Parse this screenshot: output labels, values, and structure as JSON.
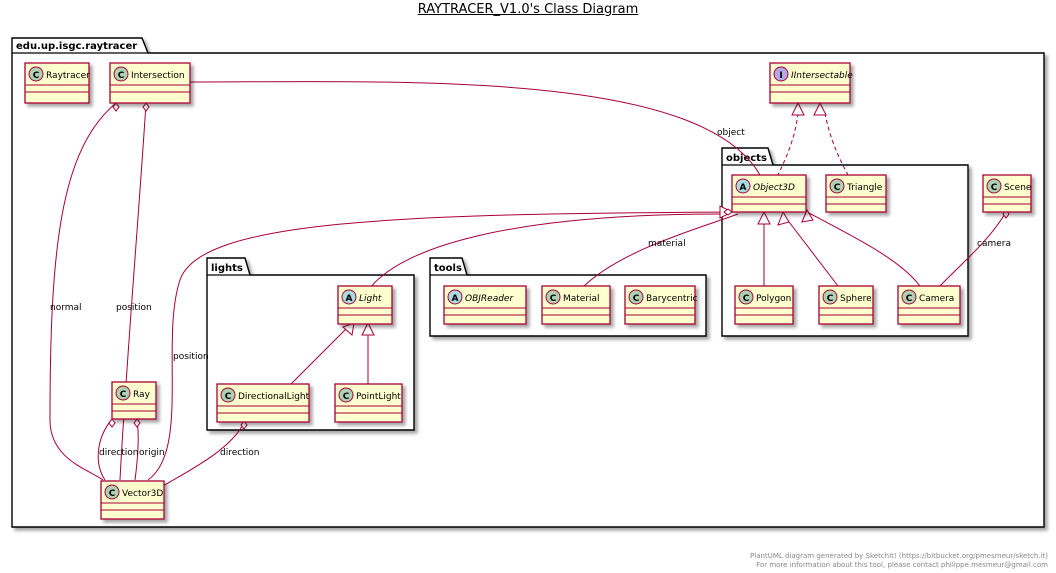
{
  "title": "RAYTRACER_V1.0's Class Diagram",
  "packages": {
    "root": "edu.up.isgc.raytracer",
    "objects": "objects",
    "lights": "lights",
    "tools": "tools"
  },
  "classes": {
    "raytracer": {
      "kind": "C",
      "name": "Raytracer"
    },
    "intersection": {
      "kind": "C",
      "name": "Intersection"
    },
    "iintersectable": {
      "kind": "I",
      "name": "IIntersectable"
    },
    "object3d": {
      "kind": "A",
      "name": "Object3D"
    },
    "triangle": {
      "kind": "C",
      "name": "Triangle"
    },
    "scene": {
      "kind": "C",
      "name": "Scene"
    },
    "polygon": {
      "kind": "C",
      "name": "Polygon"
    },
    "sphere": {
      "kind": "C",
      "name": "Sphere"
    },
    "camera": {
      "kind": "C",
      "name": "Camera"
    },
    "light": {
      "kind": "A",
      "name": "Light"
    },
    "directionallight": {
      "kind": "C",
      "name": "DirectionalLight"
    },
    "pointlight": {
      "kind": "C",
      "name": "PointLight"
    },
    "objreader": {
      "kind": "A",
      "name": "OBJReader"
    },
    "material": {
      "kind": "C",
      "name": "Material"
    },
    "barycentric": {
      "kind": "C",
      "name": "Barycentric"
    },
    "ray": {
      "kind": "C",
      "name": "Ray"
    },
    "vector3d": {
      "kind": "C",
      "name": "Vector3D"
    }
  },
  "relation_labels": {
    "object": "object",
    "material": "material",
    "camera": "camera",
    "normal": "normal",
    "position_intersection": "position",
    "position_object": "position",
    "direction_light": "direction",
    "direction_ray": "direction",
    "origin": "origin"
  },
  "footer": {
    "line1": "PlantUML diagram generated by SketchIt! (https://bitbucket.org/pmesmeur/sketch.it)",
    "line2": "For more information about this tool, please contact philippe.mesmeur@gmail.com"
  },
  "colors": {
    "class_fill": "#FEFECE",
    "class_border": "#A80036",
    "relation_line": "#A80036",
    "circle_class": "#ADD1B2",
    "circle_abstract": "#A9DCDF",
    "circle_interface": "#B4A7E5"
  }
}
